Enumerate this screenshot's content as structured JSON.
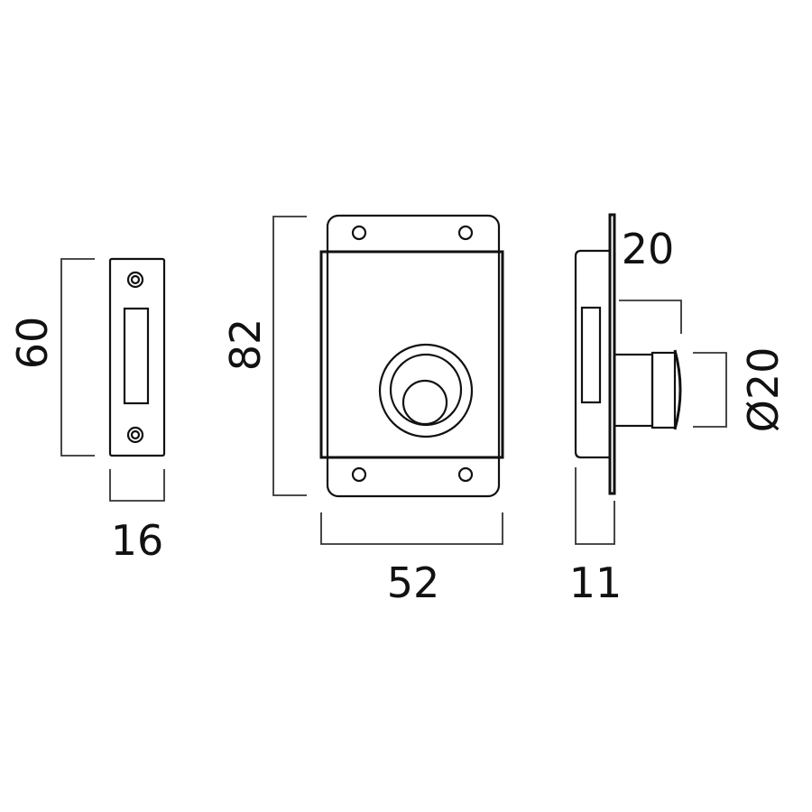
{
  "dimensions": {
    "strike_height": "60",
    "strike_width": "16",
    "lock_height": "82",
    "lock_width": "52",
    "depth": "11",
    "projection": "20",
    "cylinder_diameter": "Ø20"
  }
}
